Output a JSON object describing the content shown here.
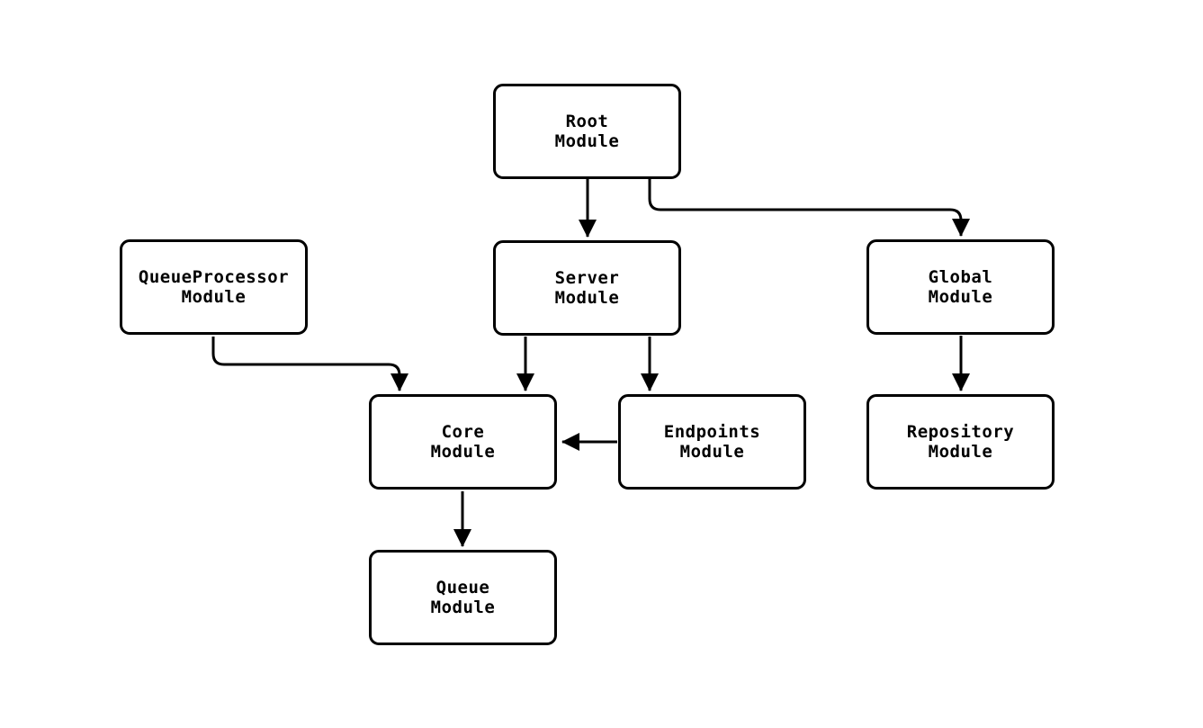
{
  "diagram": {
    "nodes": {
      "root": {
        "name": "Root",
        "type": "Module"
      },
      "queueprocessor": {
        "name": "QueueProcessor",
        "type": "Module"
      },
      "server": {
        "name": "Server",
        "type": "Module"
      },
      "global": {
        "name": "Global",
        "type": "Module"
      },
      "core": {
        "name": "Core",
        "type": "Module"
      },
      "endpoints": {
        "name": "Endpoints",
        "type": "Module"
      },
      "repository": {
        "name": "Repository",
        "type": "Module"
      },
      "queue": {
        "name": "Queue",
        "type": "Module"
      }
    },
    "edges": [
      {
        "from": "Root Module",
        "to": "Server Module"
      },
      {
        "from": "Root Module",
        "to": "Global Module"
      },
      {
        "from": "QueueProcessor Module",
        "to": "Core Module"
      },
      {
        "from": "Server Module",
        "to": "Core Module"
      },
      {
        "from": "Server Module",
        "to": "Endpoints Module"
      },
      {
        "from": "Endpoints Module",
        "to": "Core Module"
      },
      {
        "from": "Global Module",
        "to": "Repository Module"
      },
      {
        "from": "Core Module",
        "to": "Queue Module"
      }
    ],
    "colors": {
      "background": "#ffffff",
      "node_fill": "#ffffff",
      "stroke": "#000000",
      "text": "#000000"
    }
  }
}
